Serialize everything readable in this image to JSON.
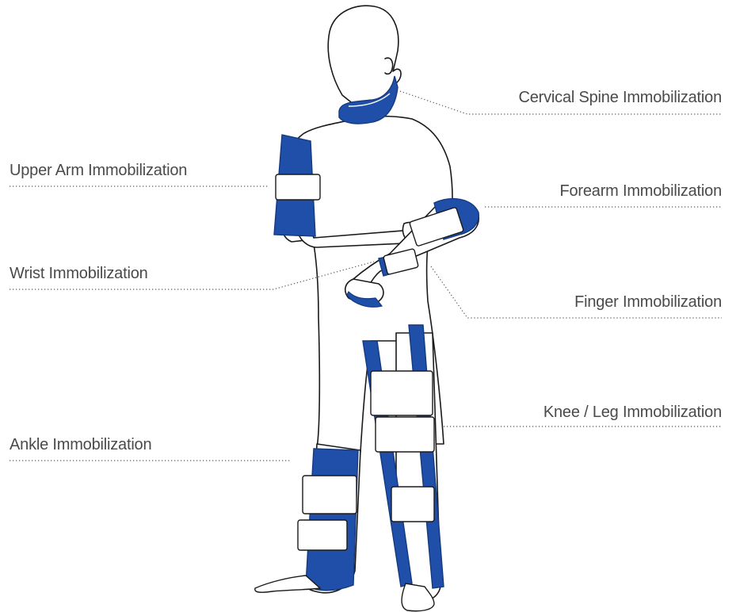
{
  "colors": {
    "splint_blue": "#1f4fa8",
    "splint_edge": "#143a80",
    "strap_fill": "#ffffff",
    "outline": "#1a1a1a",
    "leader": "#555555",
    "label_text": "#4a4a4a"
  },
  "labels": {
    "cervical_spine": "Cervical Spine Immobilization",
    "upper_arm": "Upper Arm Immobilization",
    "forearm": "Forearm Immobilization",
    "wrist": "Wrist Immobilization",
    "finger": "Finger Immobilization",
    "knee_leg": "Knee / Leg Immobilization",
    "ankle": "Ankle Immobilization"
  }
}
